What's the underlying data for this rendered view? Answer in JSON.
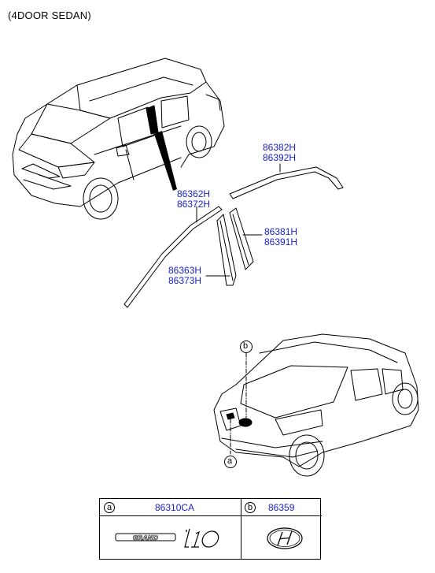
{
  "title": "(4DOOR SEDAN)",
  "callouts": {
    "a": "a",
    "b": "b"
  },
  "parts": [
    {
      "id": "top-rear",
      "lines": [
        "86382H",
        "86392H"
      ]
    },
    {
      "id": "front-long",
      "lines": [
        "86362H",
        "86372H"
      ]
    },
    {
      "id": "rear-pillar",
      "lines": [
        "86381H",
        "86391H"
      ]
    },
    {
      "id": "front-pillar",
      "lines": [
        "86363H",
        "86373H"
      ]
    }
  ],
  "legend": {
    "a": {
      "label": "a",
      "part": "86310CA",
      "emblem_text": "GRAND"
    },
    "b": {
      "label": "b",
      "part": "86359"
    }
  },
  "colors": {
    "part_number": "#1a23c9",
    "line": "#000000"
  }
}
